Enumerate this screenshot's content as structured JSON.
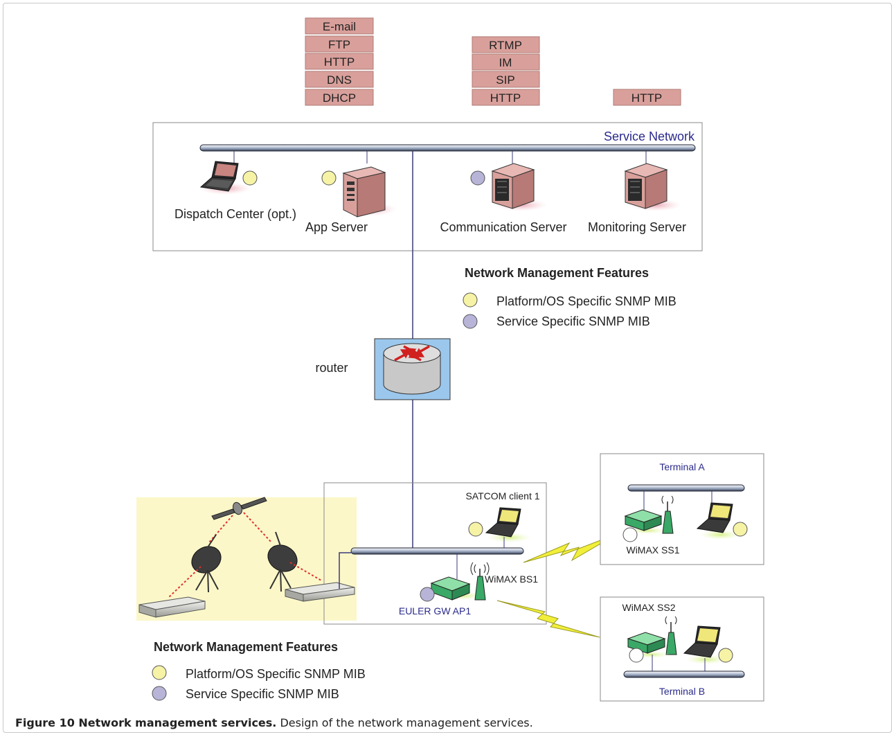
{
  "protocol_stacks": {
    "app": [
      "E-mail",
      "FTP",
      "HTTP",
      "DNS",
      "DHCP"
    ],
    "comm": [
      "RTMP",
      "IM",
      "SIP",
      "HTTP"
    ],
    "monitor": [
      "HTTP"
    ]
  },
  "service_network": {
    "label": "Service Network",
    "nodes": {
      "dispatch": "Dispatch Center (opt.)",
      "app": "App Server",
      "comm": "Communication Server",
      "monitor": "Monitoring Server"
    }
  },
  "legend_upper": {
    "title": "Network Management Features",
    "platform": "Platform/OS Specific SNMP MIB",
    "service": "Service Specific SNMP MIB"
  },
  "router_label": "router",
  "field": {
    "satcom": "SATCOM client 1",
    "bs1": "WiMAX BS1",
    "gw": "EULER GW AP1"
  },
  "terminal_a": {
    "title": "Terminal A",
    "ss": "WiMAX SS1"
  },
  "terminal_b": {
    "title": "Terminal B",
    "ss": "WiMAX SS2"
  },
  "legend_lower": {
    "title": "Network Management Features",
    "platform": "Platform/OS Specific SNMP MIB",
    "service": "Service Specific SNMP MIB"
  },
  "caption": {
    "bold": "Figure 10 Network management services.",
    "text": " Design of the network management services."
  },
  "colors": {
    "protocol_box": "#d9a09b",
    "platform_mib": "#f6f3a6",
    "service_mib": "#b7b4d8",
    "link": "#3a3a7a",
    "satellite_bg": "#fbf7c8",
    "router_bg": "#9cc7ec"
  }
}
